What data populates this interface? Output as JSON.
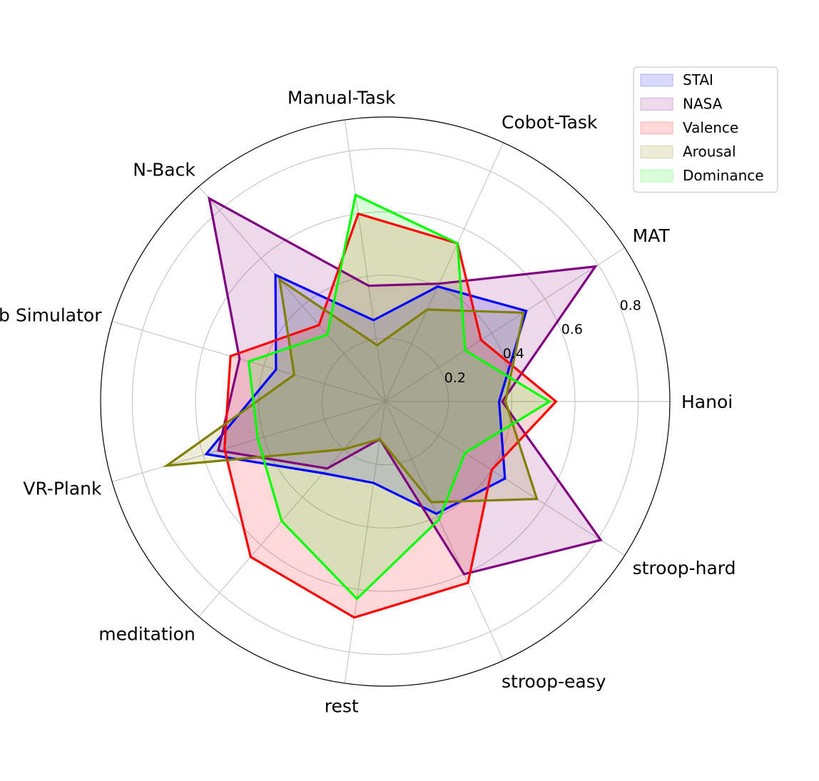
{
  "chart_data": {
    "type": "radar",
    "categories": [
      "Hanoi",
      "MAT",
      "Cobot-Task",
      "Manual-Task",
      "N-Back",
      "VR-Job Simulator",
      "VR-Plank",
      "meditation",
      "rest",
      "stroop-easy",
      "stroop-hard"
    ],
    "radial_ticks": [
      "0.2",
      "0.4",
      "0.6",
      "0.8"
    ],
    "rlim": [
      0,
      0.9
    ],
    "grid": true,
    "legend_position": "top-right",
    "series": [
      {
        "name": "STAI",
        "color": "#0000ff",
        "values": [
          0.36,
          0.53,
          0.4,
          0.26,
          0.53,
          0.36,
          0.59,
          0.3,
          0.26,
          0.39,
          0.45
        ]
      },
      {
        "name": "NASA",
        "color": "#800080",
        "values": [
          0.37,
          0.79,
          0.41,
          0.37,
          0.85,
          0.48,
          0.55,
          0.28,
          0.12,
          0.6,
          0.81
        ]
      },
      {
        "name": "Valence",
        "color": "#ff0000",
        "values": [
          0.54,
          0.36,
          0.55,
          0.6,
          0.32,
          0.51,
          0.53,
          0.65,
          0.69,
          0.63,
          0.4
        ]
      },
      {
        "name": "Arousal",
        "color": "#808000",
        "values": [
          0.38,
          0.52,
          0.32,
          0.18,
          0.51,
          0.3,
          0.72,
          0.2,
          0.12,
          0.35,
          0.57
        ]
      },
      {
        "name": "Dominance",
        "color": "#00ff00",
        "values": [
          0.52,
          0.3,
          0.55,
          0.66,
          0.28,
          0.45,
          0.42,
          0.5,
          0.63,
          0.41,
          0.3
        ]
      }
    ]
  }
}
